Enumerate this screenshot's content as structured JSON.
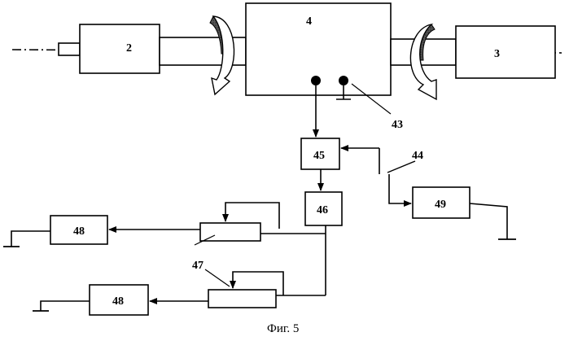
{
  "figure": {
    "caption": "Фиг. 5",
    "labels": {
      "b2": "2",
      "b3": "3",
      "b4": "4",
      "l43": "43",
      "l44": "44",
      "b45": "45",
      "b46": "46",
      "l47": "47",
      "b48_top": "48",
      "b48_bottom": "48",
      "b49": "49"
    }
  }
}
